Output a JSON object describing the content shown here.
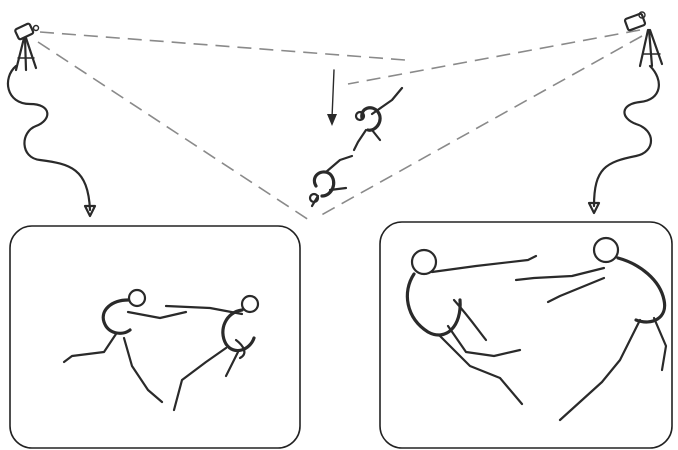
{
  "diagram": {
    "elements": [
      {
        "id": "camera-left",
        "kind": "camera",
        "shape": "tripod-icon"
      },
      {
        "id": "camera-right",
        "kind": "camera",
        "shape": "tripod-icon"
      },
      {
        "id": "players",
        "kind": "subject",
        "shape": "football-players-icon"
      },
      {
        "id": "view-left",
        "kind": "screen",
        "shape": "monitor-screen"
      },
      {
        "id": "view-right",
        "kind": "screen",
        "shape": "monitor-screen"
      }
    ],
    "connections": [
      {
        "from": "camera-left",
        "to": "view-left",
        "style": "solid-cable"
      },
      {
        "from": "camera-right",
        "to": "view-right",
        "style": "solid-cable"
      },
      {
        "from": "camera-left",
        "to": "players",
        "style": "dashed-sightline"
      },
      {
        "from": "camera-right",
        "to": "players",
        "style": "dashed-sightline"
      }
    ],
    "colors": {
      "ink": "#2a2a2a",
      "sightline": "#8a8a8a",
      "background": "#ffffff"
    }
  }
}
